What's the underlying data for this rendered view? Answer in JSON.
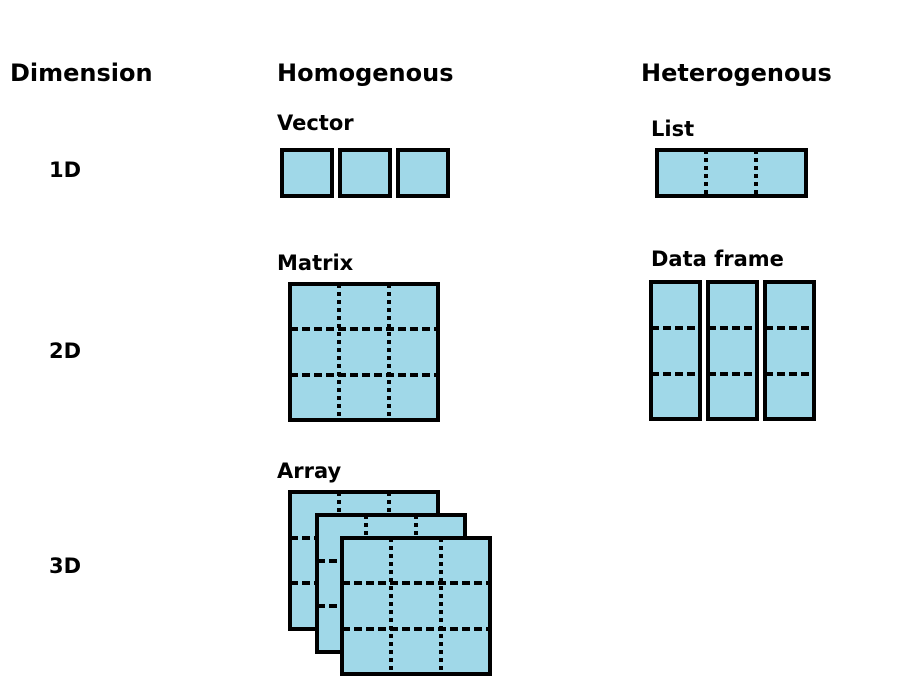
{
  "headers": {
    "dimension": "Dimension",
    "homogenous": "Homogenous",
    "heterogenous": "Heterogenous"
  },
  "dimensions": {
    "d1": "1D",
    "d2": "2D",
    "d3": "3D"
  },
  "structures": {
    "vector": "Vector",
    "list": "List",
    "matrix": "Matrix",
    "data_frame": "Data frame",
    "array": "Array"
  },
  "colors": {
    "cell_fill": "#a0d8e8",
    "stroke": "#000000"
  }
}
